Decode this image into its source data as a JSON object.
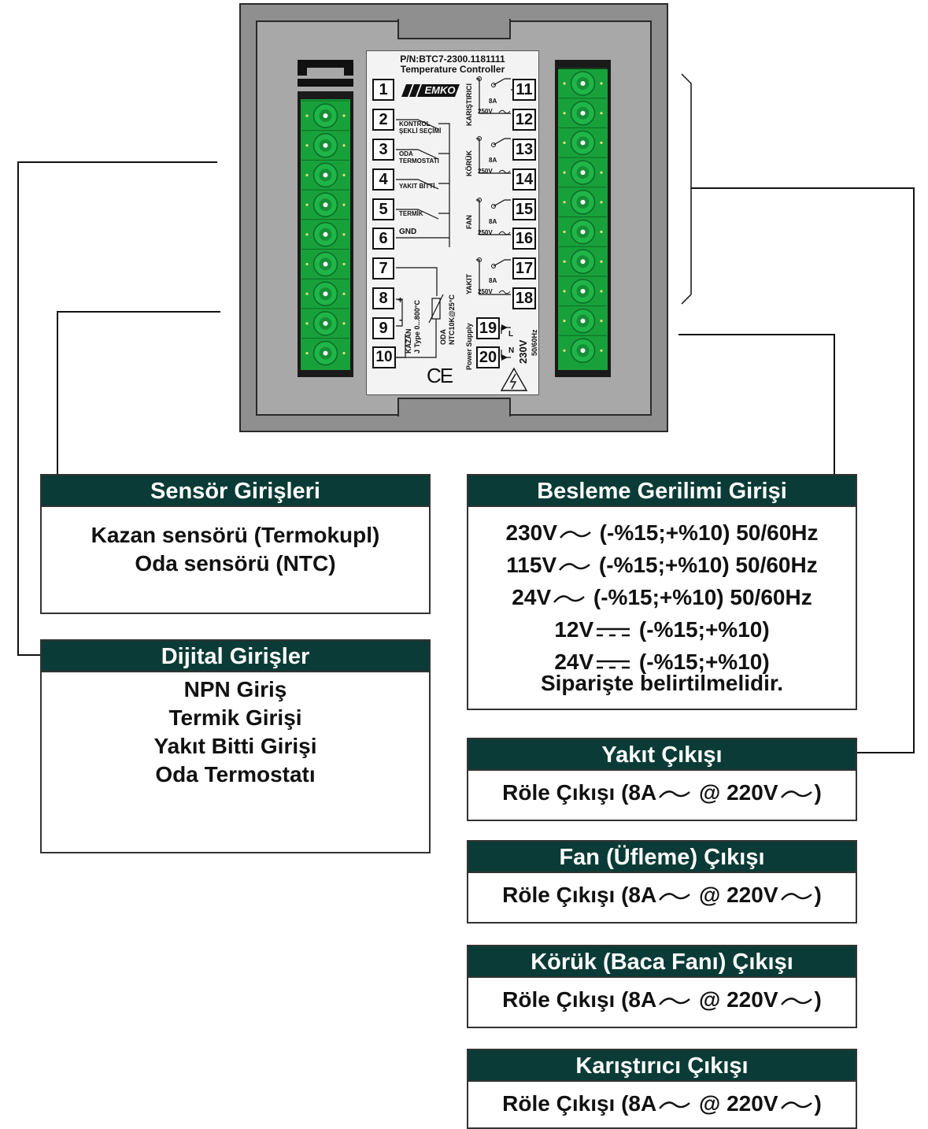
{
  "sticker": {
    "part_number": "P/N:BTC7-2300.1181111",
    "product": "Temperature Controller",
    "logo_text": "EMKO",
    "ce_mark": "CE",
    "hazard_icon": "high-voltage-icon"
  },
  "terminals": {
    "left": [
      {
        "num": "1",
        "label": ""
      },
      {
        "num": "2",
        "label": "KONTROL\nŞEKLİ SEÇİMİ"
      },
      {
        "num": "3",
        "label": "ODA\nTERMOSTATI"
      },
      {
        "num": "4",
        "label": "YAKIT BİTTİ"
      },
      {
        "num": "5",
        "label": "TERMİK"
      },
      {
        "num": "6",
        "label": "GND"
      },
      {
        "num": "7",
        "label": ""
      },
      {
        "num": "8",
        "label": ""
      },
      {
        "num": "9",
        "label": ""
      },
      {
        "num": "10",
        "label": ""
      }
    ],
    "right": [
      {
        "num": "11"
      },
      {
        "num": "12"
      },
      {
        "num": "13"
      },
      {
        "num": "14"
      },
      {
        "num": "15"
      },
      {
        "num": "16"
      },
      {
        "num": "17"
      },
      {
        "num": "18"
      },
      {
        "num": "19"
      },
      {
        "num": "20"
      }
    ],
    "relay_groups": [
      {
        "name": "KARIŞTIRICI",
        "current": "8A",
        "voltage": "250V"
      },
      {
        "name": "KÖRÜK",
        "current": "8A",
        "voltage": "250V"
      },
      {
        "name": "FAN",
        "current": "8A",
        "voltage": "250V"
      },
      {
        "name": "YAKIT",
        "current": "8A",
        "voltage": "250V"
      }
    ],
    "plus_sign": "+",
    "minus_sign": "-",
    "kazan_label": "KAZAN",
    "jtype_label": "J Type 0...800°C",
    "oda_label": "ODA",
    "ntc_label": "NTC10K@25°C",
    "power_supply_label": "Power Supply",
    "l_label": "L",
    "n_label": "N",
    "supply_voltage": "230V",
    "supply_freq": "50/60Hz"
  },
  "panels": {
    "sensor": {
      "title": "Sensör Girişleri",
      "lines": [
        "Kazan sensörü (Termokupl)",
        "Oda sensörü (NTC)"
      ]
    },
    "digital": {
      "title": "Dijital Girişler",
      "lines": [
        "NPN Giriş",
        "Termik Girişi",
        "Yakıt Bitti Girişi",
        "Oda Termostatı"
      ]
    },
    "supply": {
      "title": "Besleme Gerilimi Girişi",
      "lines": [
        {
          "v": "230V",
          "ac": true,
          "rest": " (-%15;+%10) 50/60Hz"
        },
        {
          "v": "115V",
          "ac": true,
          "rest": " (-%15;+%10) 50/60Hz"
        },
        {
          "v": "24V",
          "ac": true,
          "rest": " (-%15;+%10) 50/60Hz"
        },
        {
          "v": "12V",
          "ac": false,
          "rest": " (-%15;+%10)"
        },
        {
          "v": "24V",
          "ac": false,
          "rest": " (-%15;+%10)"
        }
      ],
      "note": "Siparişte belirtilmelidir."
    },
    "outputs": [
      {
        "key": "yakit",
        "title": "Yakıt Çıkışı"
      },
      {
        "key": "fan",
        "title": "Fan (Üfleme) Çıkışı"
      },
      {
        "key": "koruk",
        "title": "Körük (Baca Fanı) Çıkışı"
      },
      {
        "key": "karistirici",
        "title": "Karıştırıcı Çıkışı"
      }
    ],
    "output_text": {
      "a": "Röle Çıkışı (8A",
      "b": " @ 220V",
      "c": ")"
    }
  },
  "colors": {
    "panel_header": "#0b3b36",
    "terminal_green": "#18a13a",
    "housing": "#8f8f8f"
  }
}
